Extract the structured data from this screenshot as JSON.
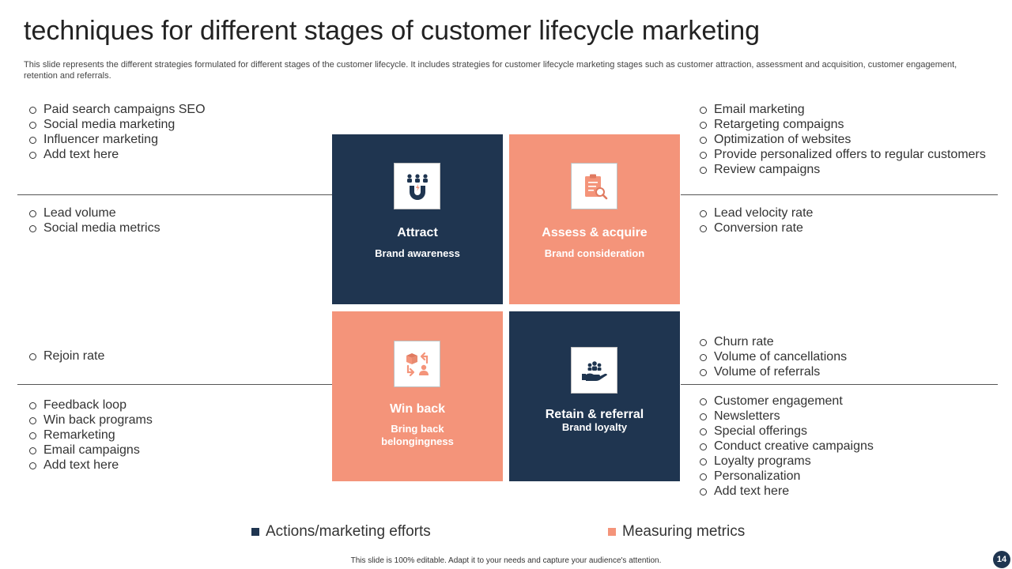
{
  "title": "techniques for different stages of customer lifecycle marketing",
  "subtitle": "This slide represents the different strategies formulated for different stages of the customer lifecycle. It includes strategies for customer lifecycle marketing stages such as customer attraction, assessment and acquisition, customer engagement, retention and referrals.",
  "colors": {
    "navy": "#1f3550",
    "salmon": "#f4947a"
  },
  "lists": {
    "top_left": [
      "Paid search campaigns SEO",
      "Social media marketing",
      "Influencer  marketing",
      "Add text here"
    ],
    "mid_left": [
      "Lead volume",
      "Social media metrics"
    ],
    "rejoin": [
      "Rejoin rate"
    ],
    "bottom_left": [
      "Feedback loop",
      "Win back programs",
      "Remarketing",
      "Email campaigns",
      "Add text here"
    ],
    "top_right": [
      "Email marketing",
      "Retargeting compaigns",
      "Optimization of websites",
      "Provide personalized offers to regular customers",
      "Review campaigns"
    ],
    "mid_right": [
      "Lead velocity rate",
      "Conversion rate"
    ],
    "churn": [
      "Churn rate",
      "Volume of cancellations",
      "Volume of referrals"
    ],
    "bottom_right": [
      "Customer engagement",
      "Newsletters",
      "Special offerings",
      "Conduct creative campaigns",
      "Loyalty programs",
      "Personalization",
      "Add text here"
    ]
  },
  "quadrants": {
    "attract": {
      "title": "Attract",
      "sub": "Brand awareness",
      "icon": "magnet-people-icon"
    },
    "assess": {
      "title": "Assess  & acquire",
      "sub": "Brand consideration",
      "icon": "clipboard-search-icon"
    },
    "winback": {
      "title": "Win back",
      "sub": "Bring back belongingness",
      "icon": "box-exchange-icon"
    },
    "retain": {
      "title": "Retain & referral",
      "sub": "Brand loyalty",
      "icon": "hand-people-icon"
    }
  },
  "legend": {
    "actions": "Actions/marketing efforts",
    "metrics": "Measuring metrics"
  },
  "footer": "This slide is 100% editable.  Adapt it to your needs and capture your audience's attention.",
  "page_number": "14"
}
